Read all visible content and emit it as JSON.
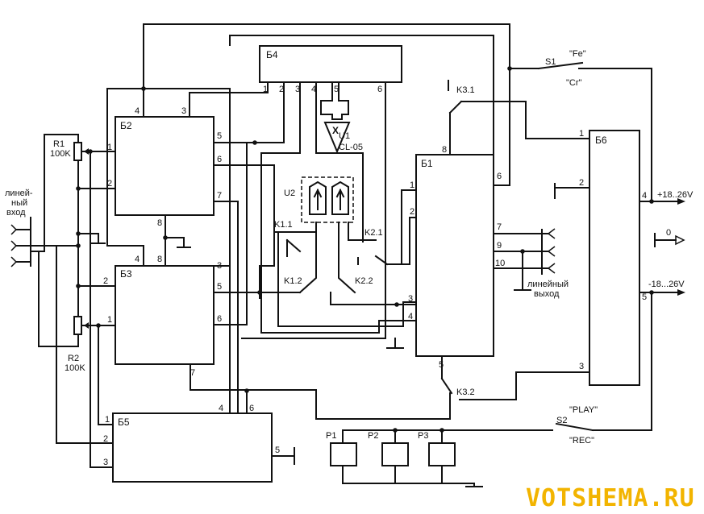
{
  "blocks": {
    "b1": "Б1",
    "b2": "Б2",
    "b3": "Б3",
    "b4": "Б4",
    "b5": "Б5",
    "b6": "Б6"
  },
  "labels": {
    "r1_name": "R1",
    "r1_value": "100K",
    "r2_name": "R2",
    "r2_value": "100K",
    "line_in_1": "линей-",
    "line_in_2": "ный",
    "line_in_3": "вход",
    "line_out_1": "линейный",
    "line_out_2": "выход",
    "u1_name": "U1",
    "u1_model": "CL-05",
    "u1_mark": "X",
    "u2_name": "U2",
    "k1_1": "K1.1",
    "k1_2": "K1.2",
    "k2_1": "K2.1",
    "k2_2": "K2.2",
    "k3_1": "K3.1",
    "k3_2": "K3.2",
    "s1": "S1",
    "s1_fe": "\"Fe\"",
    "s1_cr": "\"Cr\"",
    "s2": "S2",
    "s2_play": "\"PLAY\"",
    "s2_rec": "\"REC\"",
    "vplus": "+18..26V",
    "vzero": "0",
    "vminus": "-18...26V",
    "p1": "P1",
    "p2": "P2",
    "p3": "P3"
  },
  "pins": {
    "b2_1": "1",
    "b2_2": "2",
    "b2_3": "3",
    "b2_4": "4",
    "b2_5": "5",
    "b2_6": "6",
    "b2_7": "7",
    "b2_8": "8",
    "b3_1": "1",
    "b3_2": "2",
    "b3_3": "3",
    "b3_4": "4",
    "b3_5": "5",
    "b3_6": "6",
    "b3_7": "7",
    "b3_8": "8",
    "b4_1": "1",
    "b4_2": "2",
    "b4_3": "3",
    "b4_4": "4",
    "b4_5": "5",
    "b4_6": "6",
    "b1_1": "1",
    "b1_2": "2",
    "b1_3": "3",
    "b1_4": "4",
    "b1_5": "5",
    "b1_6": "6",
    "b1_7": "7",
    "b1_8": "8",
    "b1_9": "9",
    "b1_10": "10",
    "b6_1": "1",
    "b6_2": "2",
    "b6_3": "3",
    "b6_4": "4",
    "b6_5": "5",
    "b5_1": "1",
    "b5_2": "2",
    "b5_3": "3",
    "b5_4": "4",
    "b5_5": "5",
    "b5_6": "6"
  },
  "watermark": "VOTSHEMA.RU",
  "colors": {
    "ink": "#111111",
    "watermark": "#f2b400",
    "background": "#ffffff"
  }
}
